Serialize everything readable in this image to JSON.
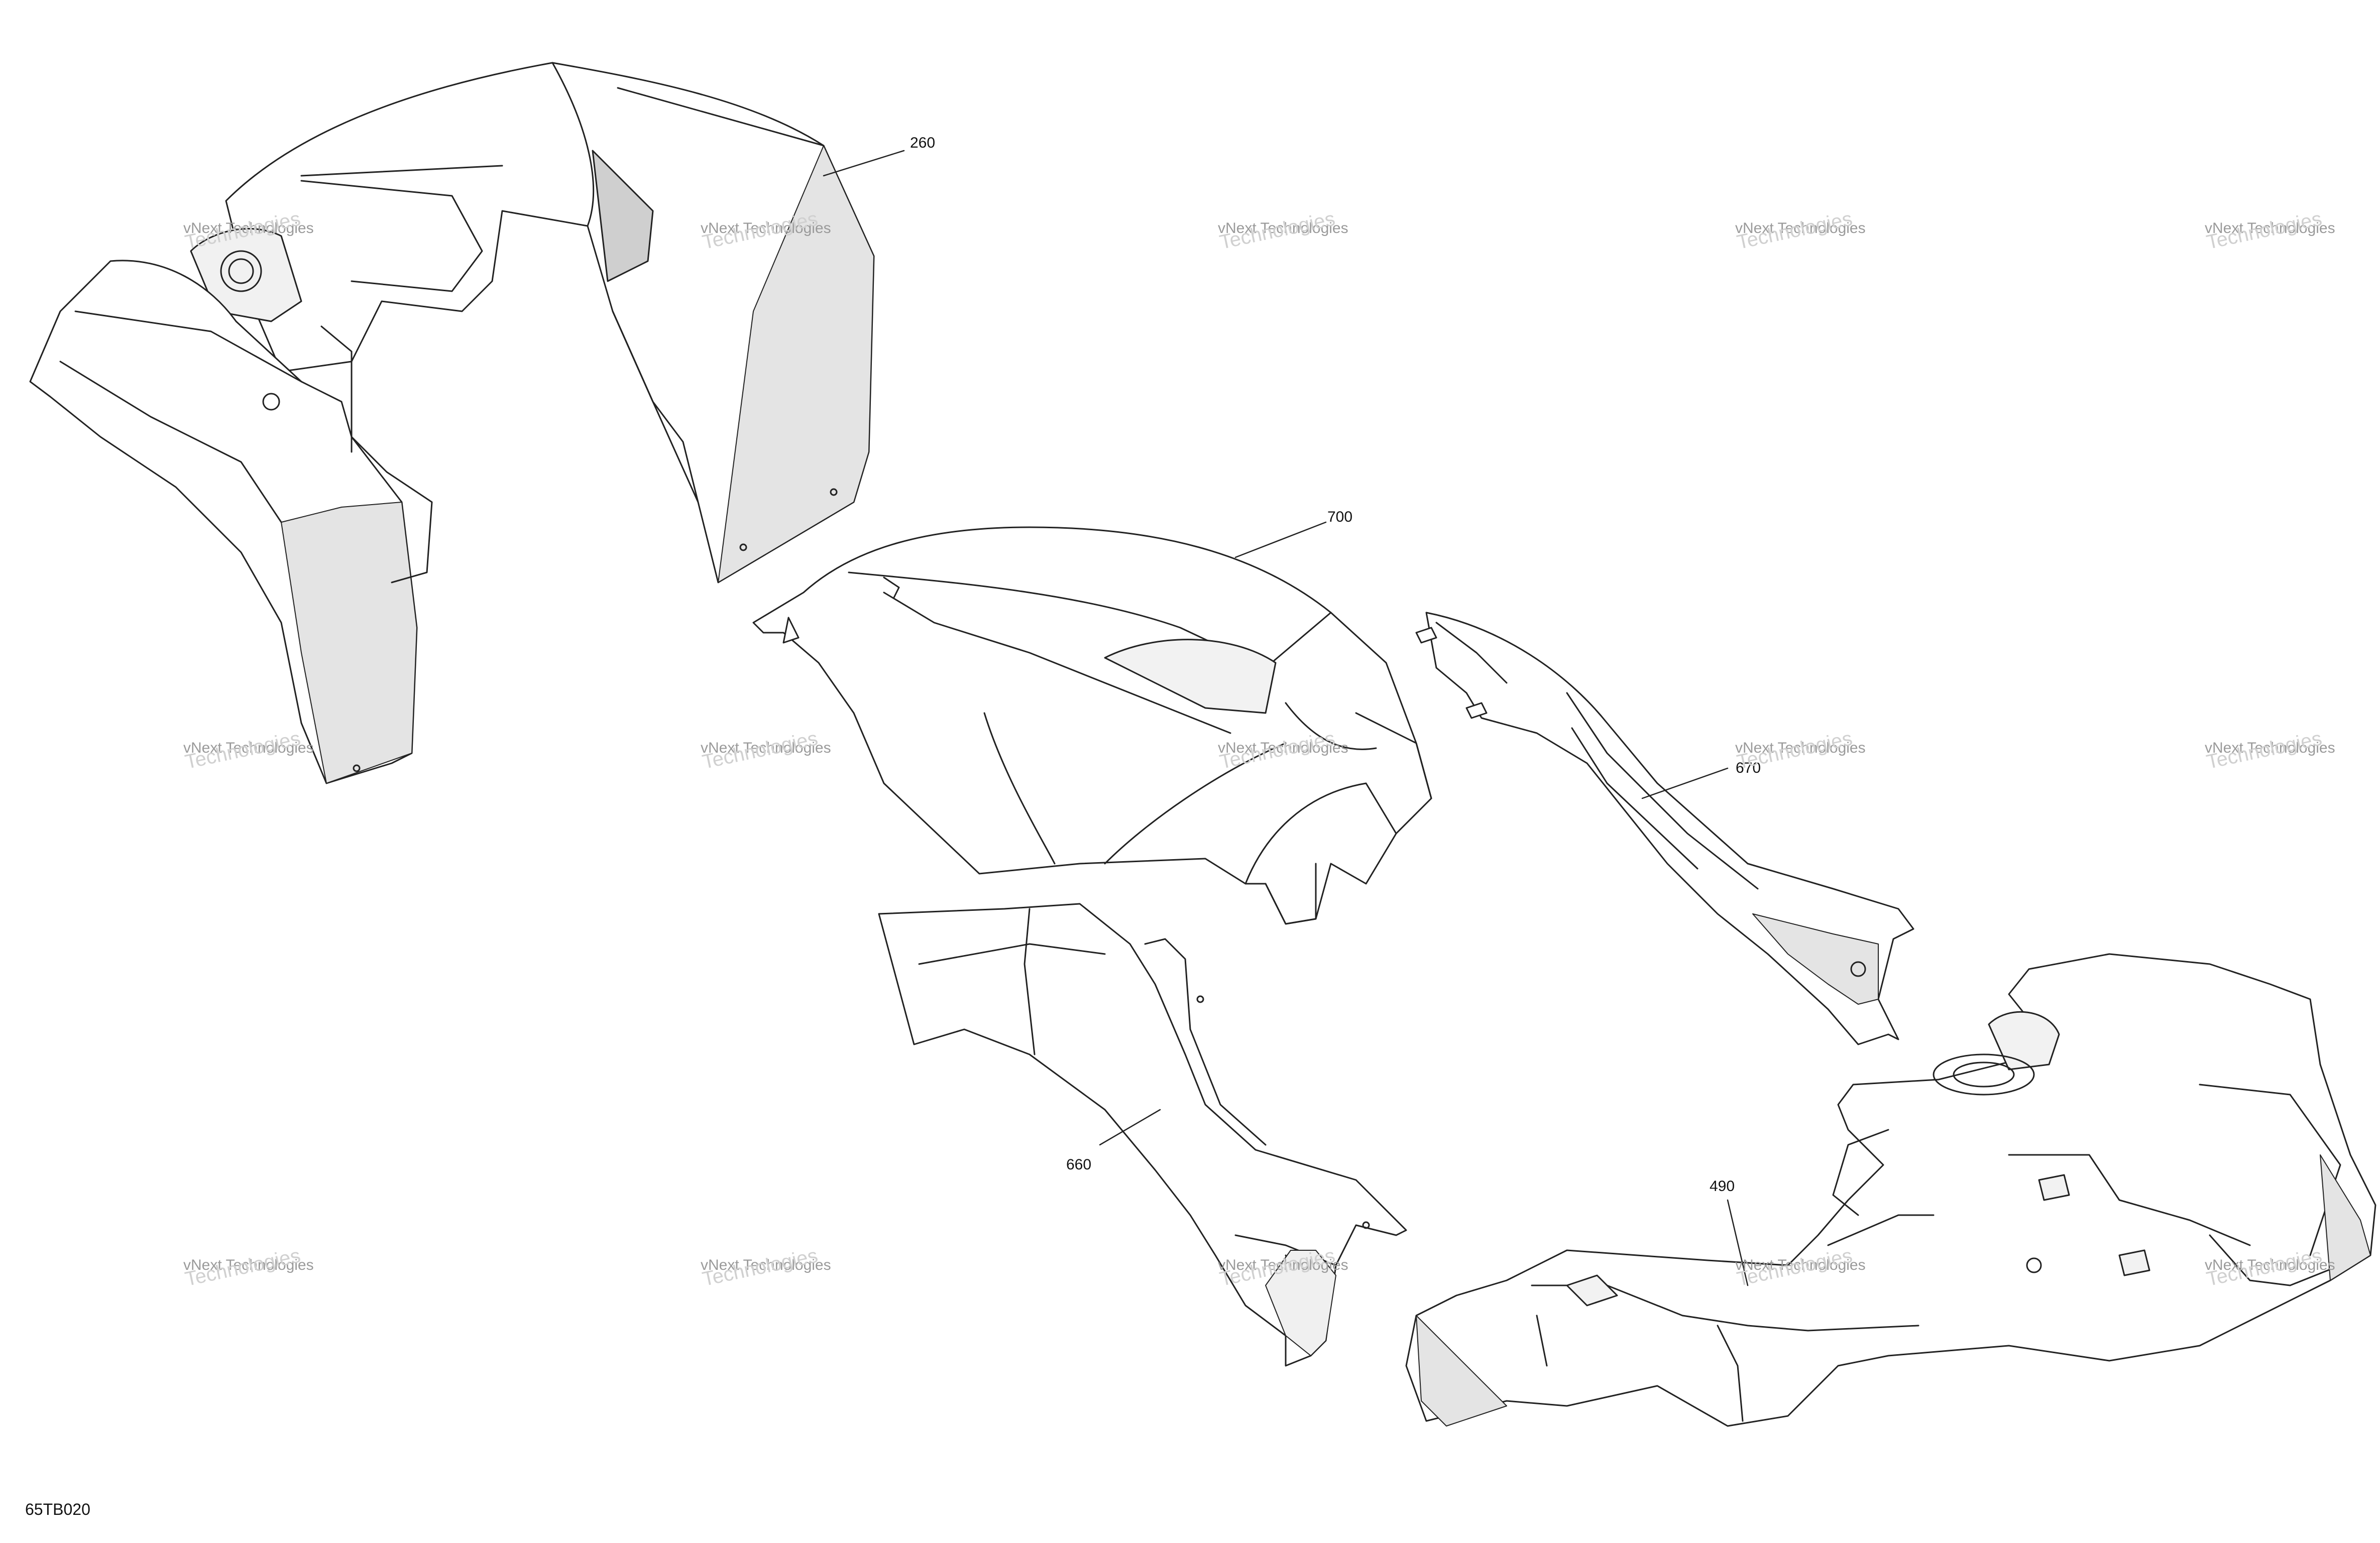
{
  "diagram": {
    "figure_code": "65TB020",
    "callouts": {
      "c260": "260",
      "c700": "700",
      "c670": "670",
      "c660": "660",
      "c490": "490"
    },
    "watermark": {
      "line1": "vNext Technologies",
      "line2": "Technologies"
    },
    "colors": {
      "line": "#222222",
      "shade": "#e4e4e4",
      "watermark": "#c4c4c4"
    }
  }
}
